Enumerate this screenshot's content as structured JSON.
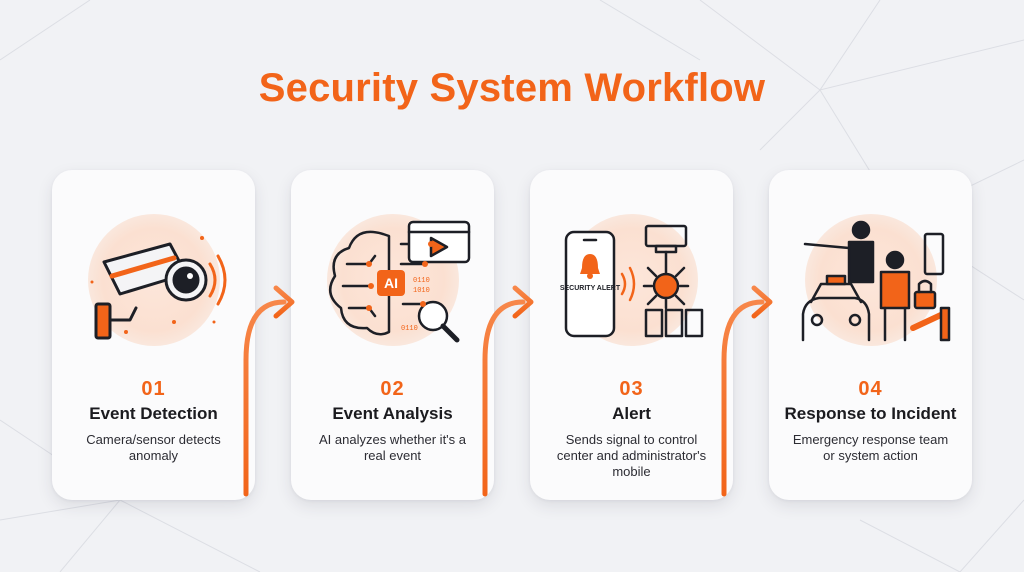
{
  "title": "Security System Workflow",
  "colors": {
    "accent": "#f26419",
    "accent_light": "#f9a77c",
    "dark": "#1d1f26",
    "background": "#f1f2f5"
  },
  "steps": [
    {
      "number": "01",
      "title": "Event Detection",
      "description": "Camera/sensor detects anomaly",
      "icon": "security-camera-icon"
    },
    {
      "number": "02",
      "title": "Event Analysis",
      "description": "AI analyzes whether it's a real event",
      "icon": "ai-brain-icon",
      "badge": "AI"
    },
    {
      "number": "03",
      "title": "Alert",
      "description": "Sends signal to control center and administrator's mobile",
      "icon": "mobile-alert-icon",
      "badge": "SECURITY ALERT"
    },
    {
      "number": "04",
      "title": "Response to Incident",
      "description": "Emergency response team or system action",
      "icon": "response-team-icon"
    }
  ]
}
